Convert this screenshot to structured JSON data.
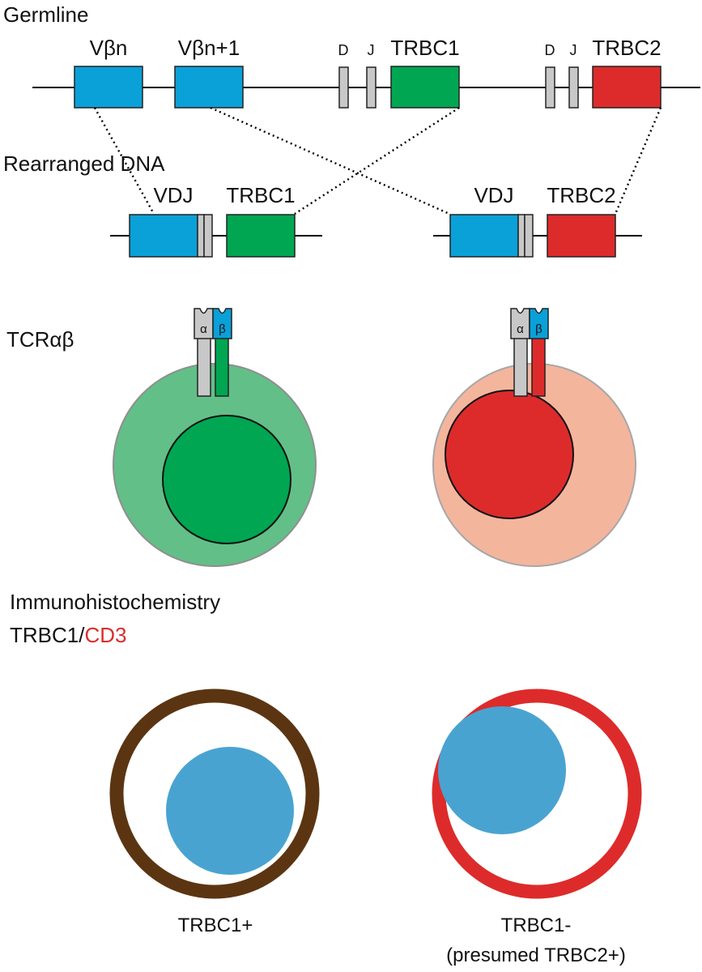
{
  "colors": {
    "v_segment": "#0aa0d8",
    "trbc1": "#00a651",
    "trbc2": "#dd2b2b",
    "dj_segment": "#c8c8c8",
    "cell_green_cytoplasm": "#62bf87",
    "cell_red_cytoplasm": "#f4b59d",
    "ihc_brown": "#5b3512",
    "ihc_red": "#dd2b2b",
    "ihc_nucleus": "#49a3d1"
  },
  "germline": {
    "title": "Germline",
    "vbn": "Vβn",
    "vbn1": "Vβn+1",
    "d1": "D",
    "j1": "J",
    "trbc1": "TRBC1",
    "d2": "D",
    "j2": "J",
    "trbc2": "TRBC2"
  },
  "rearranged": {
    "title": "Rearranged DNA",
    "left": {
      "vdj": "VDJ",
      "c": "TRBC1"
    },
    "right": {
      "vdj": "VDJ",
      "c": "TRBC2"
    }
  },
  "tcr": {
    "title": "TCRαβ",
    "alpha": "α",
    "beta": "β"
  },
  "ihc": {
    "title": "Immunohistochemistry",
    "stain_prefix": "TRBC1/",
    "stain_red": "CD3",
    "left_label": "TRBC1+",
    "right_label_1": "TRBC1-",
    "right_label_2": "(presumed TRBC2+)"
  }
}
